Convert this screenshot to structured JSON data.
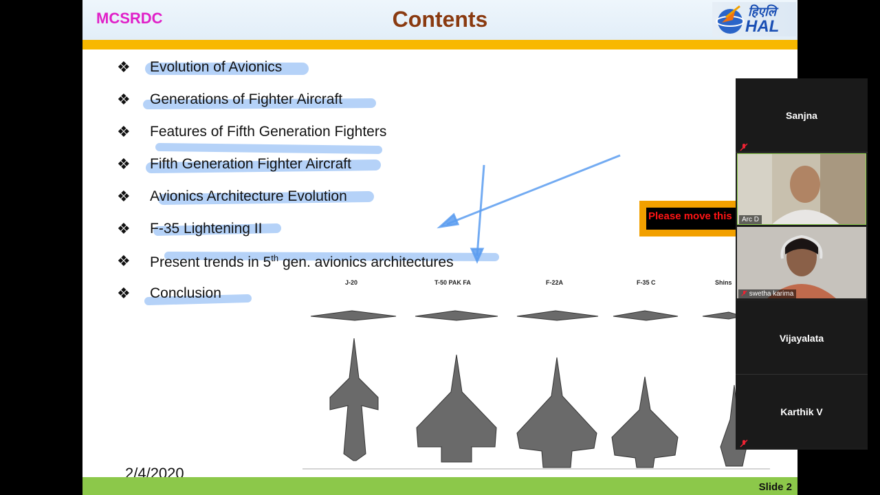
{
  "slide": {
    "org": "MCSRDC",
    "title": "Contents",
    "logo": {
      "hindi": "हिएलि",
      "english": "HAL"
    },
    "bullets": [
      {
        "text": "Evolution of  Avionics"
      },
      {
        "text": "Generations of  Fighter Aircraft"
      },
      {
        "text": "Features of Fifth Generation  Fighters"
      },
      {
        "text": "Fifth Generation Fighter Aircraft"
      },
      {
        "text": "Avionics Architecture Evolution"
      },
      {
        "text": "F-35 Lightening II"
      },
      {
        "text_pre": "Present  trends  in  5",
        "text_sup": "th",
        "text_post": " gen. avionics architectures"
      },
      {
        "text": "Conclusion"
      }
    ],
    "bullet_mark": "❖",
    "aircraft_labels": [
      "J-20",
      "T-50 PAK FA",
      "F-22A",
      "F-35 C",
      "Shins"
    ],
    "notice": "Please move this",
    "date": "2/4/2020",
    "slide_number": "Slide 2",
    "colors": {
      "org": "#e020c8",
      "title": "#8a3a10",
      "band": "#f8b800",
      "footer": "#8cc84a",
      "highlight": "#5a9cf0"
    }
  },
  "participants": {
    "tiles": [
      {
        "name": "Sanjna",
        "video": false,
        "muted": true
      },
      {
        "name": "Arc D",
        "video": true,
        "muted": false
      },
      {
        "name": "swetha karima",
        "video": true,
        "muted": true
      },
      {
        "name": "Vijayalata",
        "video": false,
        "muted": false
      },
      {
        "name": "Karthik V",
        "video": false,
        "muted": true
      }
    ],
    "muted_icon": "mic-off-icon"
  }
}
